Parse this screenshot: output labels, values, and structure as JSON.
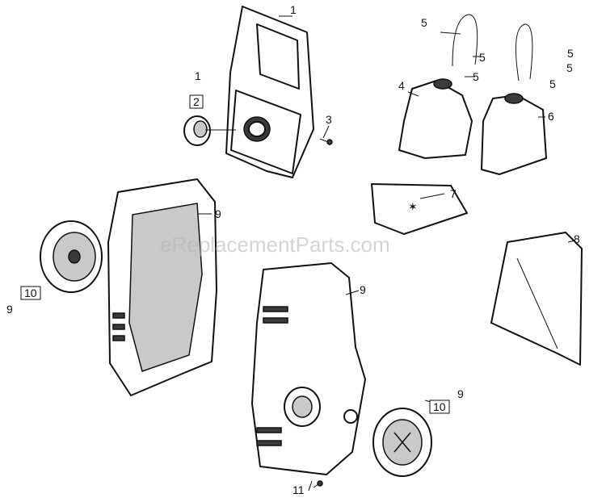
{
  "callouts": {
    "c1_top": "1",
    "c1_knob": "1",
    "c2_knob": "2",
    "c3": "3",
    "c4": "4",
    "c5_a": "5",
    "c5_b": "5",
    "c5_c": "5",
    "c5_d": "5",
    "c5_e": "5",
    "c5_f": "5",
    "c6": "6",
    "c7": "7",
    "c8": "8",
    "c9_left": "9",
    "c10_left": "10",
    "c9_mid": "9",
    "c9_body": "9",
    "c9_wheel": "9",
    "c10_wheel": "10",
    "c11": "11"
  },
  "watermark": "eReplacementParts.com"
}
